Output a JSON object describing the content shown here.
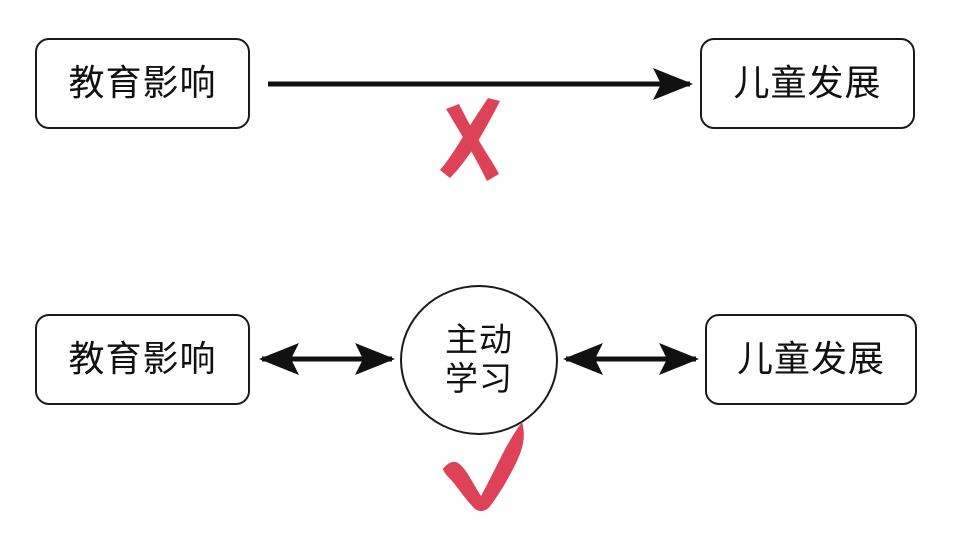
{
  "diagram": {
    "background_color": "#ffffff",
    "stroke_color": "#1a1a1a",
    "accent_red": "#DE4257",
    "rows": [
      {
        "id": "rejected-model",
        "verdict_icon": "cross-mark-icon",
        "verdict_meaning": "incorrect",
        "left_node": {
          "label": "教育影响",
          "shape": "rounded-rectangle"
        },
        "right_node": {
          "label": "儿童发展",
          "shape": "rounded-rectangle"
        },
        "connector": {
          "type": "arrow",
          "heads": "single",
          "direction": "right"
        }
      },
      {
        "id": "accepted-model",
        "verdict_icon": "check-mark-icon",
        "verdict_meaning": "correct",
        "left_node": {
          "label": "教育影响",
          "shape": "rounded-rectangle"
        },
        "center_node": {
          "label_line_1": "主动",
          "label_line_2": "学习",
          "shape": "circle"
        },
        "right_node": {
          "label": "儿童发展",
          "shape": "rounded-rectangle"
        },
        "connector_left": {
          "type": "arrow",
          "heads": "double",
          "direction": "both"
        },
        "connector_right": {
          "type": "arrow",
          "heads": "double",
          "direction": "both"
        }
      }
    ]
  }
}
